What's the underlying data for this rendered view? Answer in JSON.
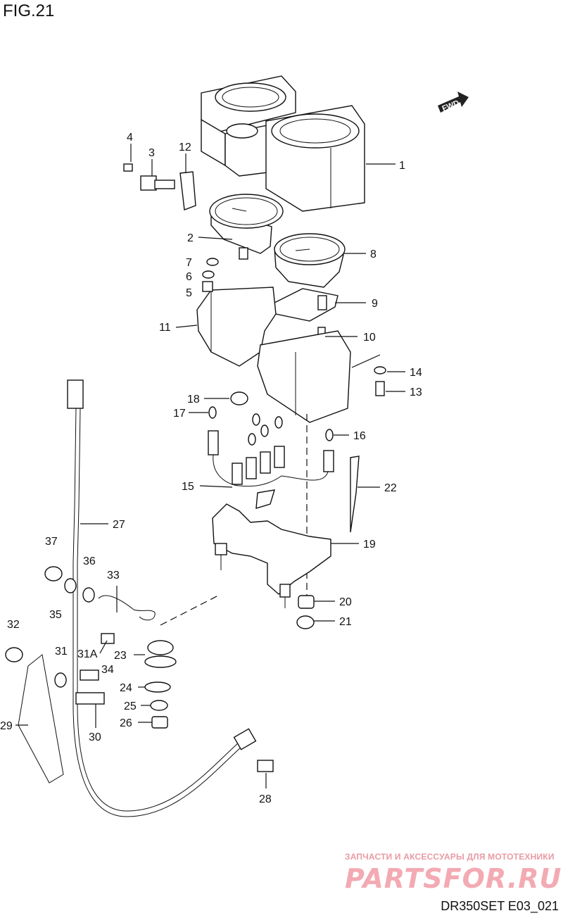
{
  "figure": {
    "title": "FIG.21",
    "code": "DR350SET E03_021"
  },
  "fwd_label": "FWD",
  "watermark": {
    "tagline": "ЗАПЧАСТИ И АКСЕССУАРЫ ДЛЯ МОТОТЕХНИКИ",
    "logo": "PARTSFOR.RU"
  },
  "callouts": [
    {
      "id": "1"
    },
    {
      "id": "2"
    },
    {
      "id": "3"
    },
    {
      "id": "4"
    },
    {
      "id": "5"
    },
    {
      "id": "6"
    },
    {
      "id": "7"
    },
    {
      "id": "8"
    },
    {
      "id": "9"
    },
    {
      "id": "10"
    },
    {
      "id": "11"
    },
    {
      "id": "12"
    },
    {
      "id": "13"
    },
    {
      "id": "14"
    },
    {
      "id": "15"
    },
    {
      "id": "16"
    },
    {
      "id": "17"
    },
    {
      "id": "18"
    },
    {
      "id": "19"
    },
    {
      "id": "20"
    },
    {
      "id": "21"
    },
    {
      "id": "22"
    },
    {
      "id": "23"
    },
    {
      "id": "24"
    },
    {
      "id": "25"
    },
    {
      "id": "26"
    },
    {
      "id": "27"
    },
    {
      "id": "28"
    },
    {
      "id": "29"
    },
    {
      "id": "30"
    },
    {
      "id": "31"
    },
    {
      "id": "31A"
    },
    {
      "id": "32"
    },
    {
      "id": "33"
    },
    {
      "id": "34"
    },
    {
      "id": "35"
    },
    {
      "id": "36"
    },
    {
      "id": "37"
    }
  ]
}
